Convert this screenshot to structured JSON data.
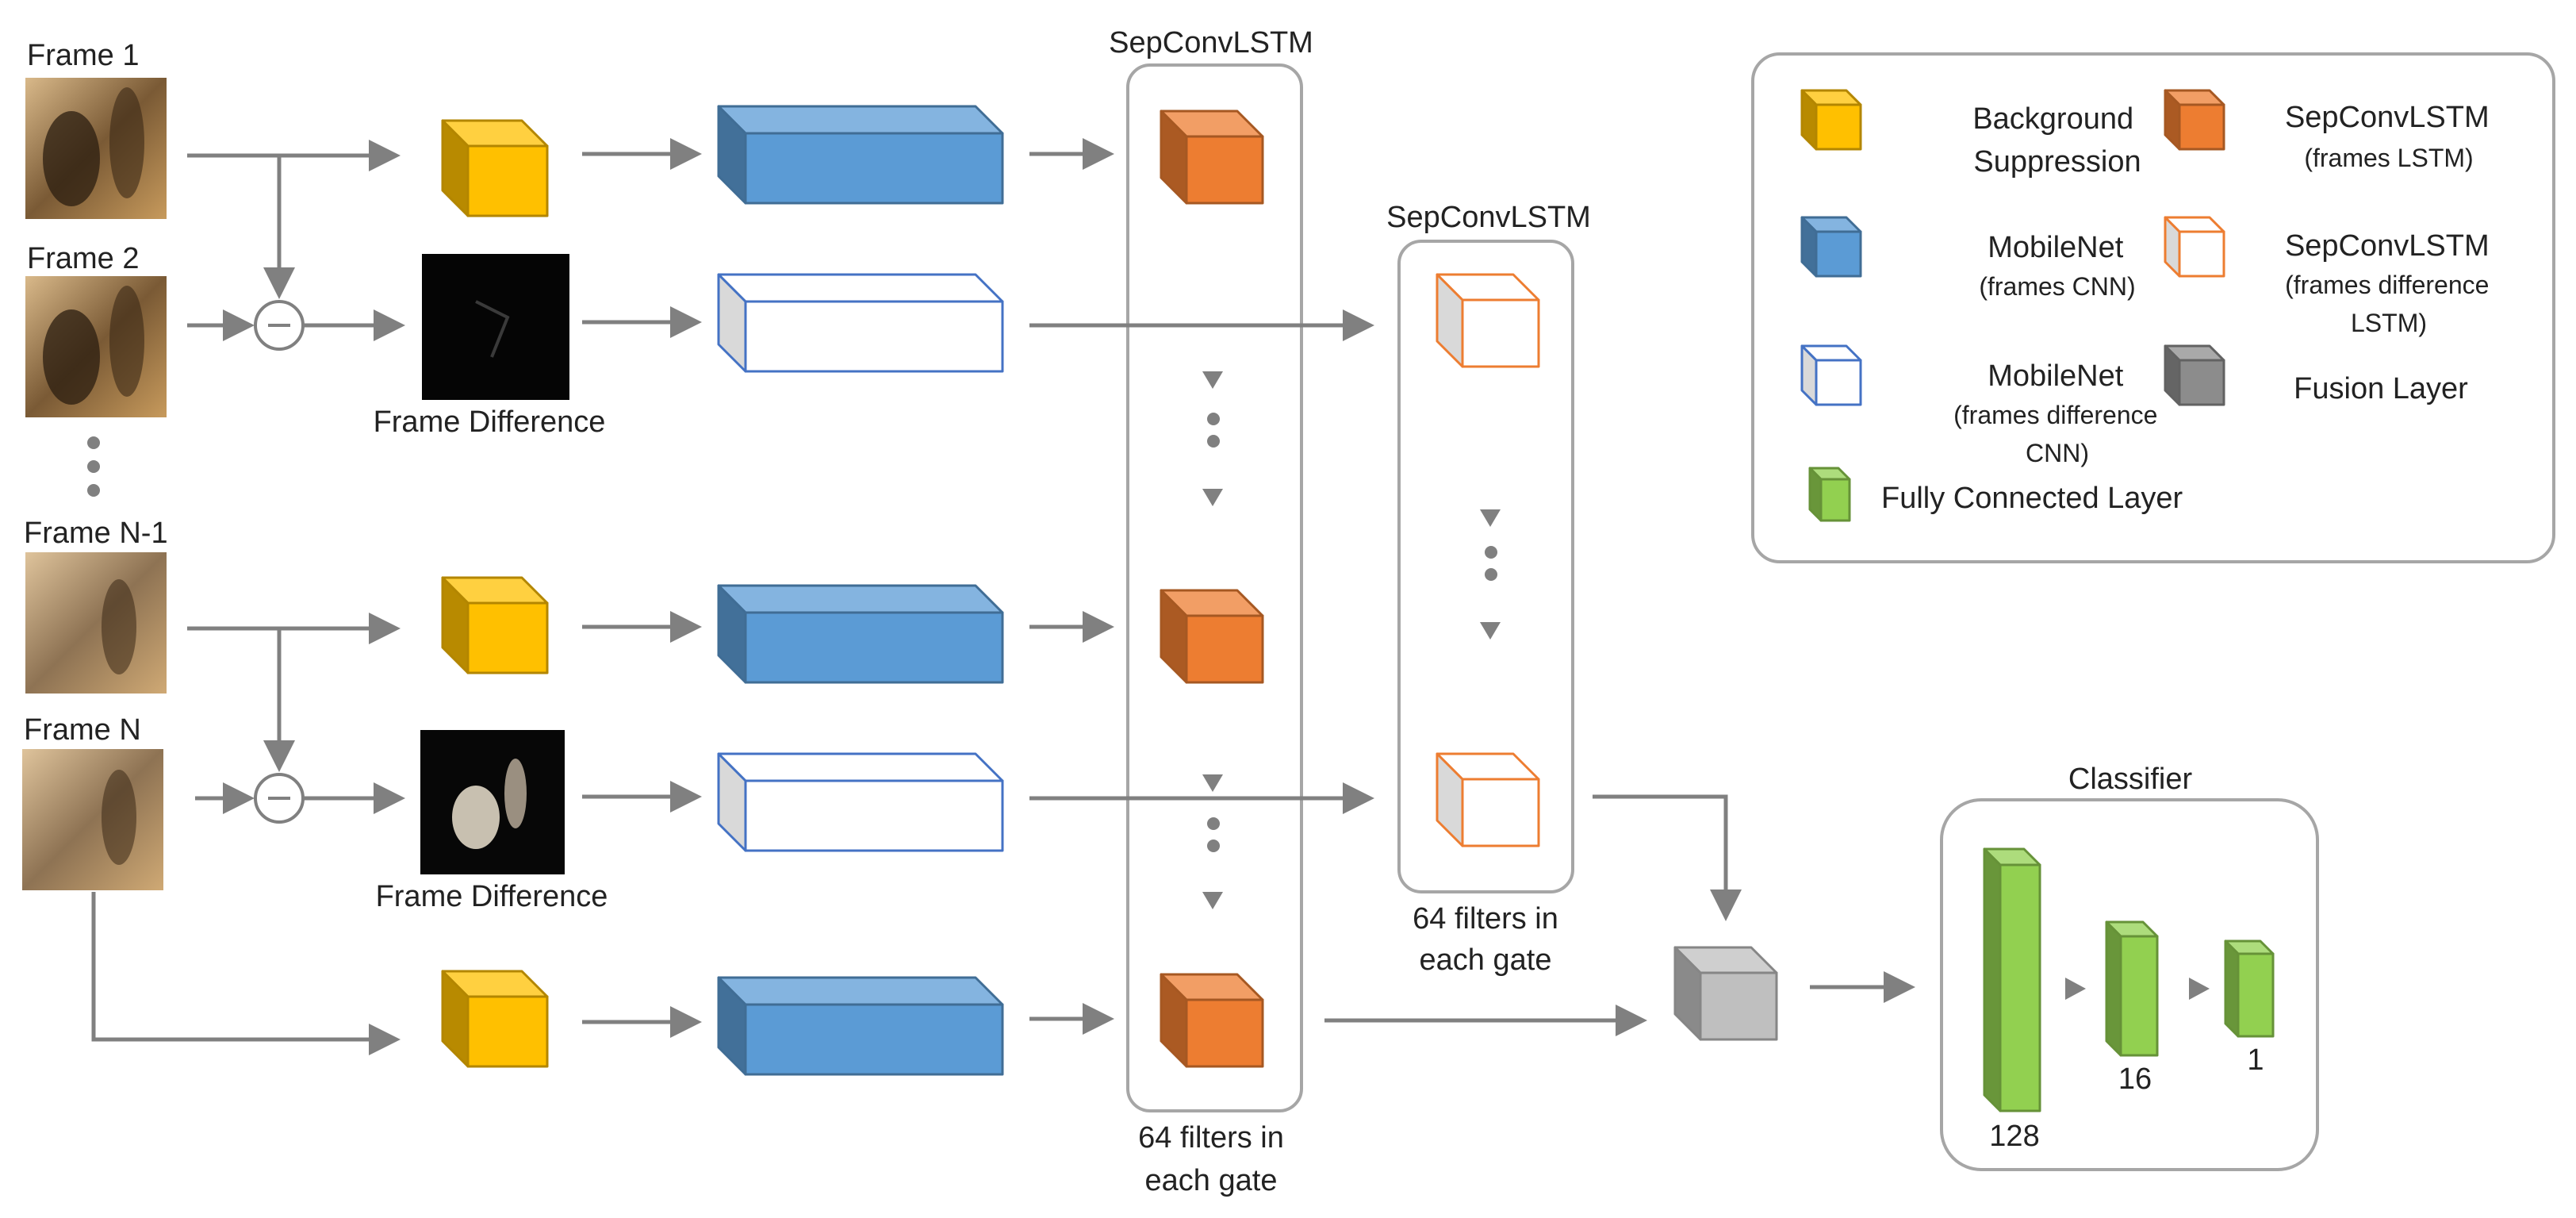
{
  "frames": {
    "frame_1": "Frame 1",
    "frame_2": "Frame 2",
    "frame_n_1": "Frame N-1",
    "frame_n": "Frame N"
  },
  "frame_difference_label": "Frame Difference",
  "lstm_main": {
    "title": "SepConvLSTM",
    "caption_line1": "64 filters in",
    "caption_line2": "each gate"
  },
  "lstm_diff": {
    "title": "SepConvLSTM",
    "caption_line1": "64 filters in",
    "caption_line2": "each gate"
  },
  "classifier": {
    "title": "Classifier",
    "layer_sizes": [
      "128",
      "16",
      "1"
    ]
  },
  "legend": {
    "items": [
      {
        "lines": [
          "Background",
          "Suppression"
        ],
        "icon": "yellow-cube-icon"
      },
      {
        "lines": [
          "SepConvLSTM",
          "(frames LSTM)"
        ],
        "icon": "orange-cube-icon"
      },
      {
        "lines": [
          "MobileNet",
          "(frames CNN)"
        ],
        "icon": "blue-cube-icon"
      },
      {
        "lines": [
          "SepConvLSTM",
          "(frames difference",
          "LSTM)"
        ],
        "icon": "orange-outline-cube-icon"
      },
      {
        "lines": [
          "MobileNet",
          "(frames difference",
          "CNN)"
        ],
        "icon": "white-cube-icon"
      },
      {
        "lines": [
          "Fusion Layer"
        ],
        "icon": "gray-cube-icon"
      },
      {
        "lines": [
          "Fully Connected Layer"
        ],
        "icon": "green-cube-icon"
      }
    ]
  },
  "colors": {
    "background_suppression": "#ffc000",
    "mobilenet": "#5b9bd5",
    "sepconvlstm": "#ed7d31",
    "fusion": "#bfbfbf",
    "fully_connected": "#92d050",
    "arrows": "#808080",
    "panel_border": "#a6a6a6"
  }
}
